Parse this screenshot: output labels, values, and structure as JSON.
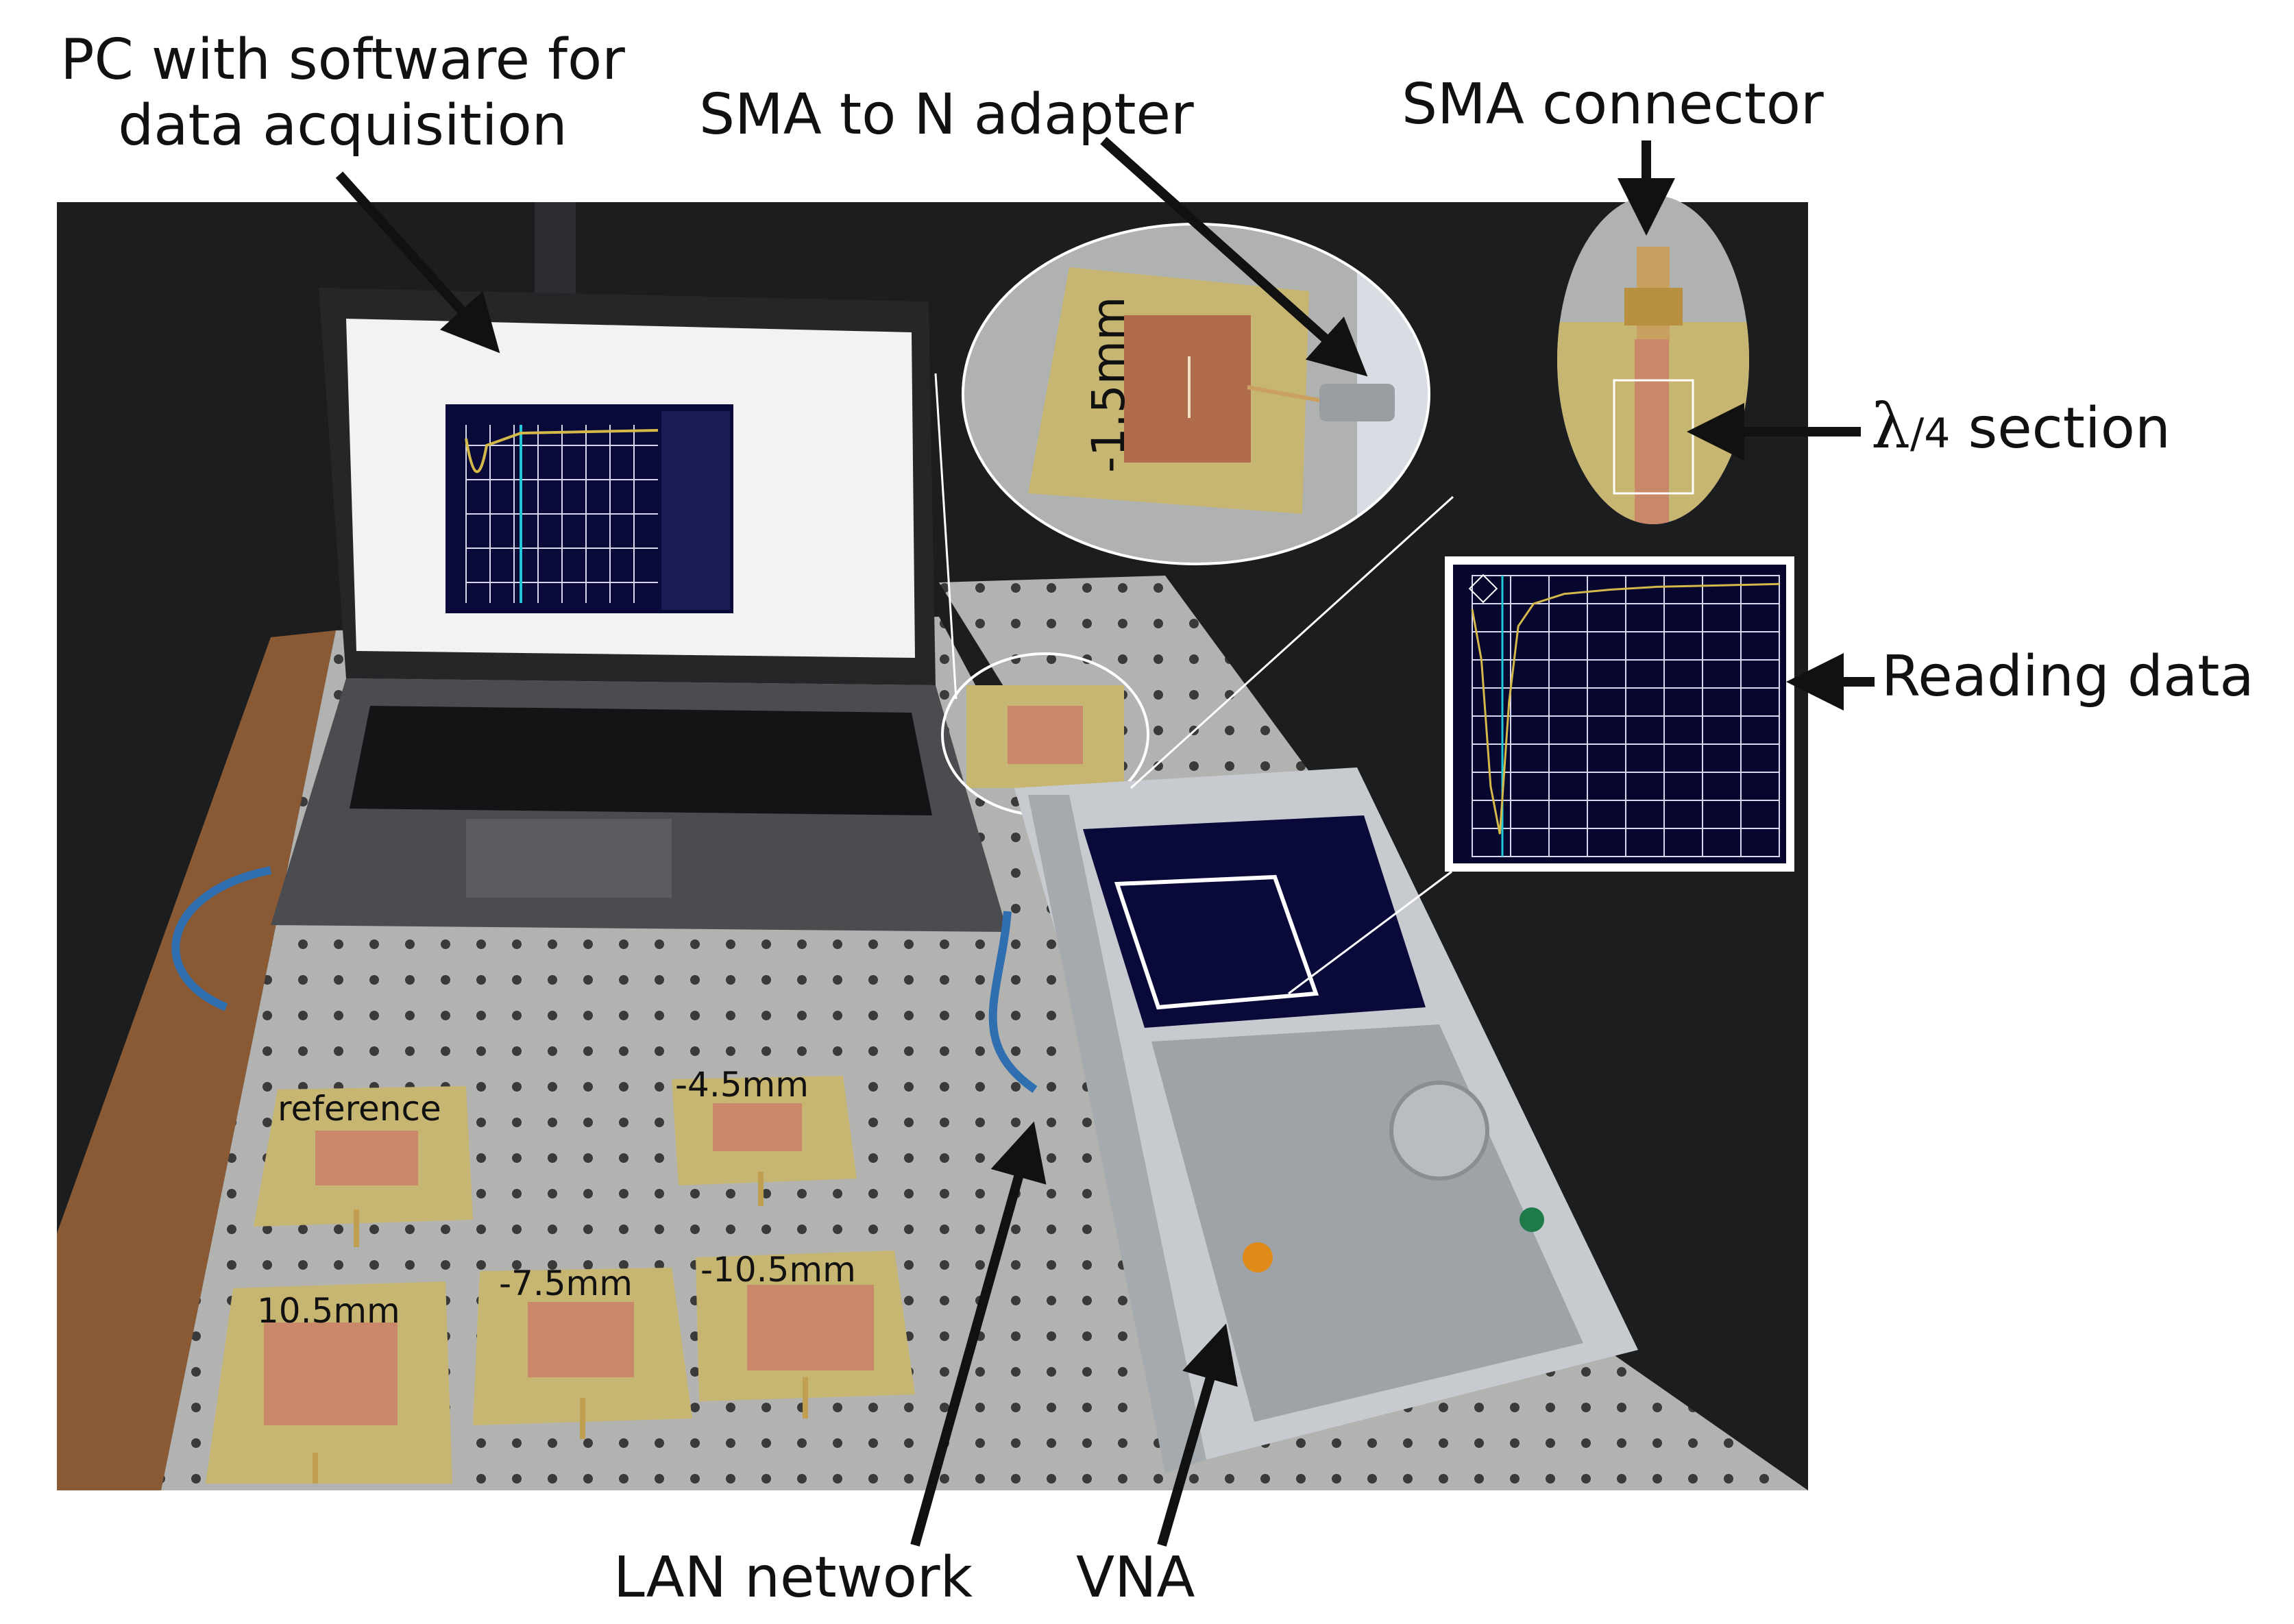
{
  "labels": {
    "pc": "PC with software for data acquisition",
    "pc_line1": "PC with software for",
    "pc_line2": "data acquisition",
    "sma_adapter": "SMA to N adapter",
    "sma_connector": "SMA connector",
    "section_lambda": "λ",
    "section_fraction": "/4",
    "section_word": "section",
    "reading_data": "Reading data",
    "lan": "LAN network",
    "vna": "VNA",
    "zoom_sample": "-1.5mm"
  },
  "samples": [
    {
      "label": "reference"
    },
    {
      "label": "-4.5mm"
    },
    {
      "label": "10.5mm"
    },
    {
      "label": "-7.5mm"
    },
    {
      "label": "-10.5mm"
    }
  ],
  "colors": {
    "background": "#1c1d1f",
    "table": "#b2b3b0",
    "substrate": "#c7b672",
    "copper": "#c9886a",
    "screen": "#0a0a3a",
    "grid": "#d7d7f0",
    "trace": "#d4b84a",
    "marker": "#23c8d8"
  },
  "chart_data": {
    "type": "line",
    "title": "",
    "xlabel": "",
    "ylabel": "",
    "grid": true,
    "x": [
      0,
      0.03,
      0.06,
      0.09,
      0.12,
      0.15,
      0.2,
      0.3,
      0.45,
      0.6,
      0.8,
      1.0
    ],
    "y": [
      0.88,
      0.7,
      0.25,
      0.08,
      0.55,
      0.82,
      0.9,
      0.935,
      0.95,
      0.96,
      0.965,
      0.97
    ]
  }
}
